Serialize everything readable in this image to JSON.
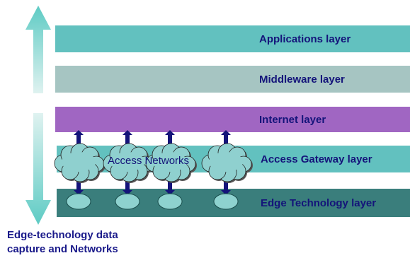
{
  "layers": [
    {
      "id": "applications",
      "label": "Applications layer",
      "color": "#62c1bf"
    },
    {
      "id": "middleware",
      "label": "Middleware layer",
      "color": "#a6c5c2"
    },
    {
      "id": "internet",
      "label": "Internet layer",
      "color": "#a066c2"
    },
    {
      "id": "access_gateway",
      "label": "Access Gateway layer",
      "color": "#62c1bf"
    },
    {
      "id": "edge_technology",
      "label": "Edge Technology layer",
      "color": "#3a7e7c"
    }
  ],
  "access_networks_label": "Access Networks",
  "caption": {
    "line1": "Edge-technology data",
    "line2": "capture and Networks"
  },
  "colors": {
    "arrow_gradient_top": "#5ecbc4",
    "arrow_gradient_bottom": "#dff2f0",
    "connector_arrow": "#14147a",
    "cloud_fill": "#8fd0cf",
    "cloud_shadow": "#555555",
    "node_fill": "#8ed2cf",
    "text": "#14147a"
  },
  "counts": {
    "network_stacks": 4
  }
}
